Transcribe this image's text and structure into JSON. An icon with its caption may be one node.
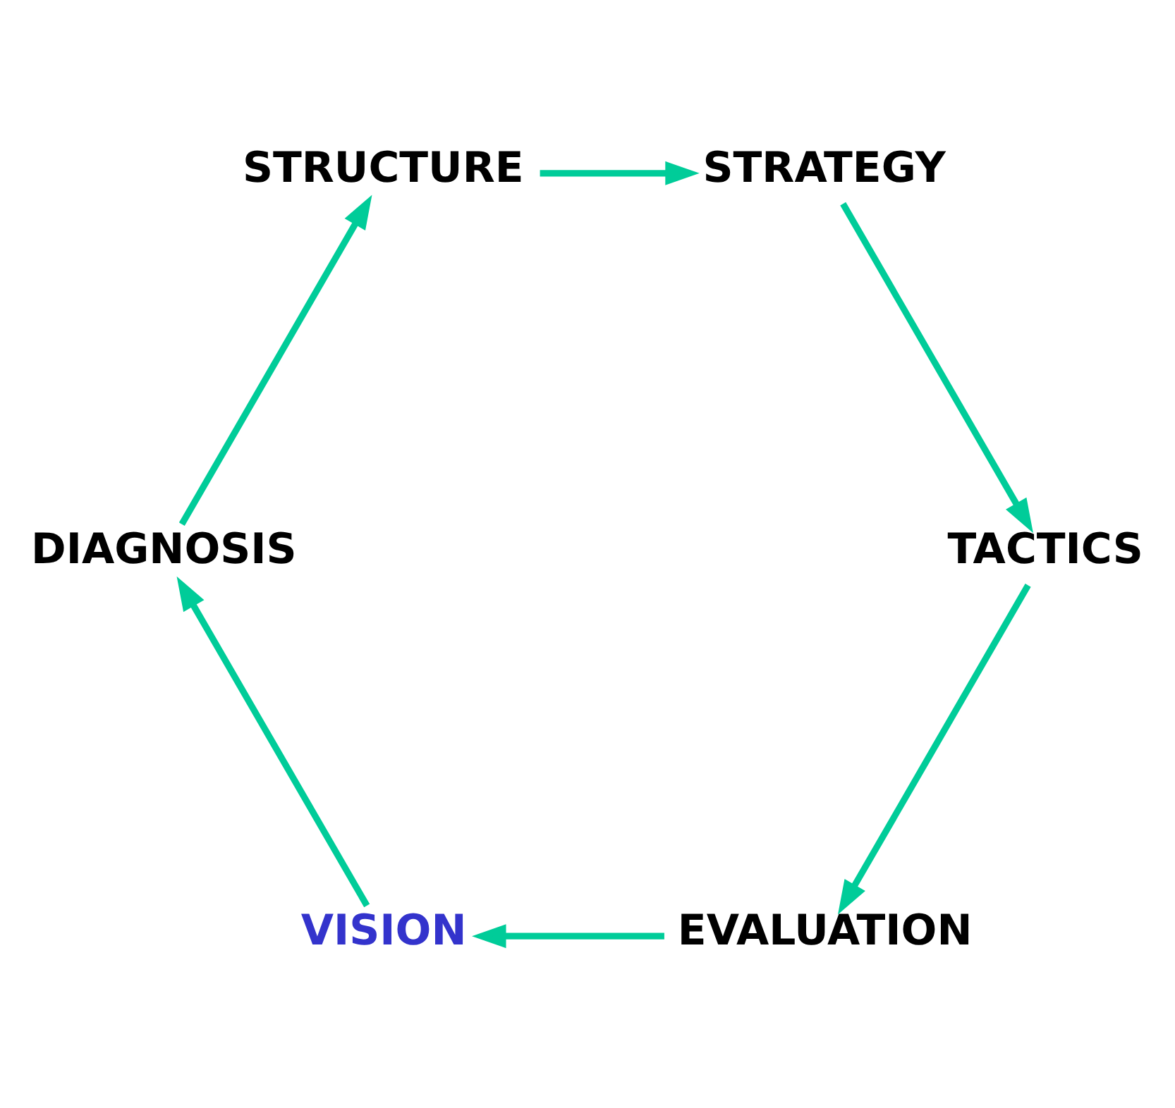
{
  "diagram": {
    "nodes": [
      {
        "text": [
          "EVALUATION"
        ]
      },
      {
        "text": [
          "VISION"
        ]
      },
      {
        "text": [
          "TACTICS"
        ]
      },
      {
        "text": [
          "DIAGNOSIS"
        ]
      },
      {
        "text": [
          "STRATEGY"
        ]
      },
      {
        "text": [
          "STRUCTURE"
        ]
      }
    ],
    "edges": [
      {
        "from": 0,
        "to": 1,
        "arrow": "to"
      },
      {
        "from": 1,
        "to": 3,
        "arrow": "to"
      },
      {
        "from": 3,
        "to": 5,
        "arrow": "to"
      },
      {
        "from": 5,
        "to": 4,
        "arrow": "to"
      },
      {
        "from": 4,
        "to": 2,
        "arrow": "to"
      },
      {
        "from": 2,
        "to": 0,
        "arrow": "to"
      }
    ]
  }
}
